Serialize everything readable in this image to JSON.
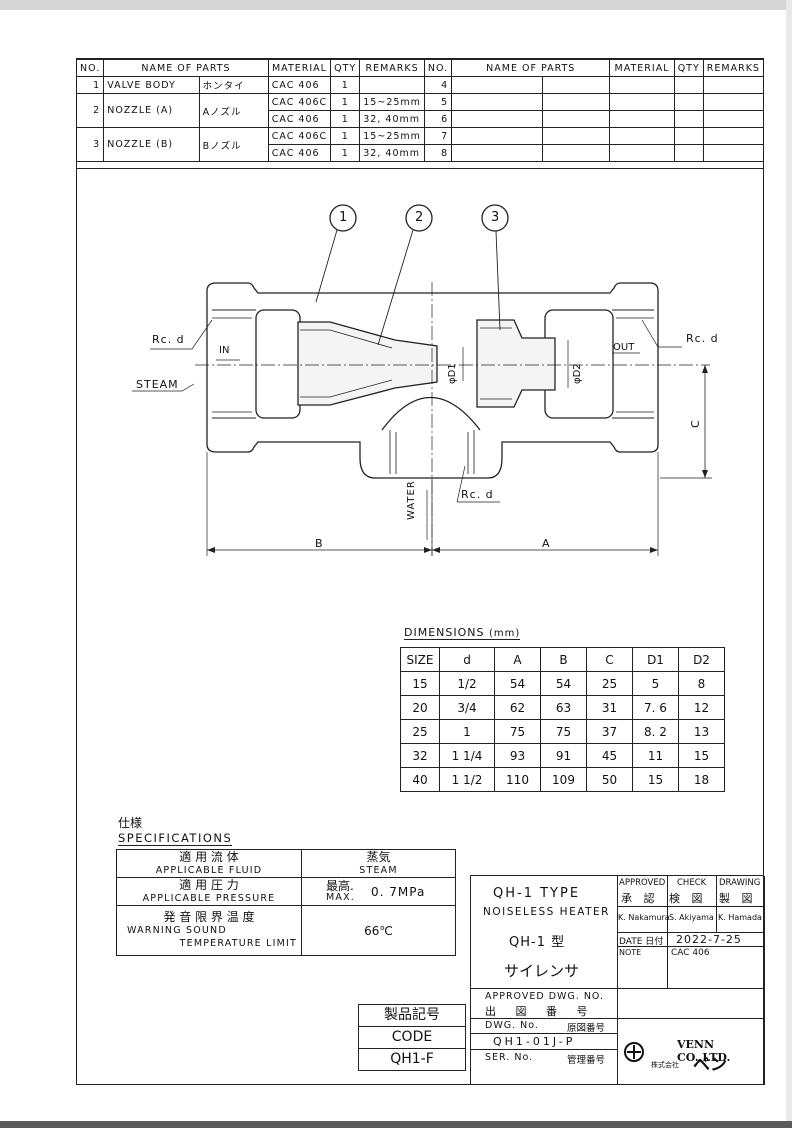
{
  "parts_table": {
    "headers": {
      "no": "NO.",
      "name": "NAME OF PARTS",
      "material": "MATERIAL",
      "qty": "QTY",
      "remarks": "REMARKS"
    },
    "rows": [
      {
        "no": "1",
        "name": "VALVE BODY",
        "jp": "ホンタイ",
        "material": "CAC 406",
        "qty": "1",
        "remarks": ""
      },
      {
        "no": "2",
        "name": "NOZZLE (A)",
        "jp": "Aノズル",
        "material": "CAC 406C",
        "qty": "1",
        "remarks": "15~25mm",
        "material2": "CAC 406",
        "qty2": "1",
        "remarks2": "32, 40mm"
      },
      {
        "no": "3",
        "name": "NOZZLE (B)",
        "jp": "Bノズル",
        "material": "CAC 406C",
        "qty": "1",
        "remarks": "15~25mm",
        "material2": "CAC 406",
        "qty2": "1",
        "remarks2": "32, 40mm"
      }
    ],
    "right_nos": [
      "4",
      "5",
      "6",
      "7",
      "8"
    ]
  },
  "drawing": {
    "balloons": [
      "1",
      "2",
      "3"
    ],
    "labels": {
      "rc_left": "Rc. d",
      "rc_right": "Rc. d",
      "rc_bottom": "Rc. d",
      "in": "IN",
      "out": "OUT",
      "steam": "STEAM",
      "water": "WATER",
      "d1": "φD1",
      "d2": "φD2",
      "dim_a": "A",
      "dim_b": "B",
      "dim_c": "C"
    }
  },
  "dimensions": {
    "title": "DIMENSIONS",
    "unit": "(mm)",
    "headers": [
      "SIZE",
      "d",
      "A",
      "B",
      "C",
      "D1",
      "D2"
    ],
    "rows": [
      [
        "15",
        "1/2",
        "54",
        "54",
        "25",
        "5",
        "8"
      ],
      [
        "20",
        "3/4",
        "62",
        "63",
        "31",
        "7. 6",
        "12"
      ],
      [
        "25",
        "1",
        "75",
        "75",
        "37",
        "8. 2",
        "13"
      ],
      [
        "32",
        "1 1/4",
        "93",
        "91",
        "45",
        "11",
        "15"
      ],
      [
        "40",
        "1 1/2",
        "110",
        "109",
        "50",
        "15",
        "18"
      ]
    ]
  },
  "specifications": {
    "title_jp": "仕様",
    "title_en": "SPECIFICATIONS",
    "fluid_jp": "適 用 流 体",
    "fluid_en": "APPLICABLE FLUID",
    "fluid_val_jp": "蒸気",
    "fluid_val_en": "STEAM",
    "pressure_jp": "適 用 圧 力",
    "pressure_en": "APPLICABLE PRESSURE",
    "pressure_max_jp": "最高.",
    "pressure_max_en": "MAX.",
    "pressure_val": "0. 7MPa",
    "temp_jp": "発 音 限 界 温 度",
    "temp_en1": "WARNING SOUND",
    "temp_en2": "TEMPERATURE LIMIT",
    "temp_val": "66℃"
  },
  "code_box": {
    "jp": "製品記号",
    "en": "CODE",
    "value": "QH1-F"
  },
  "title_block": {
    "type": "QH-1 TYPE",
    "subtitle": "NOISELESS HEATER",
    "type_jp": "QH-1 型",
    "name_jp": "サイレンサ",
    "approved": "APPROVED",
    "approved_jp": "承 認",
    "check": "CHECK",
    "check_jp": "検 図",
    "drawing": "DRAWING",
    "drawing_jp": "製 図",
    "approved_by": "K. Nakamura",
    "checked_by": "S. Akiyama",
    "drawn_by": "K. Hamada",
    "date_label": "DATE 日付",
    "date": "2022-7-25",
    "note_label": "NOTE",
    "note": "CAC 406",
    "approved_dwg": "APPROVED DWG. NO.",
    "approved_dwg_jp": "出 図 番 号",
    "dwg_no_label": "DWG. No.",
    "dwg_no_jp": "原図番号",
    "dwg_no": "QH1-01J-P",
    "ser_no_label": "SER. No.",
    "ser_no_jp": "管理番号",
    "company": "VENN CO.,LTD.",
    "company_jp_prefix": "株式会社",
    "company_jp": "ベン"
  }
}
